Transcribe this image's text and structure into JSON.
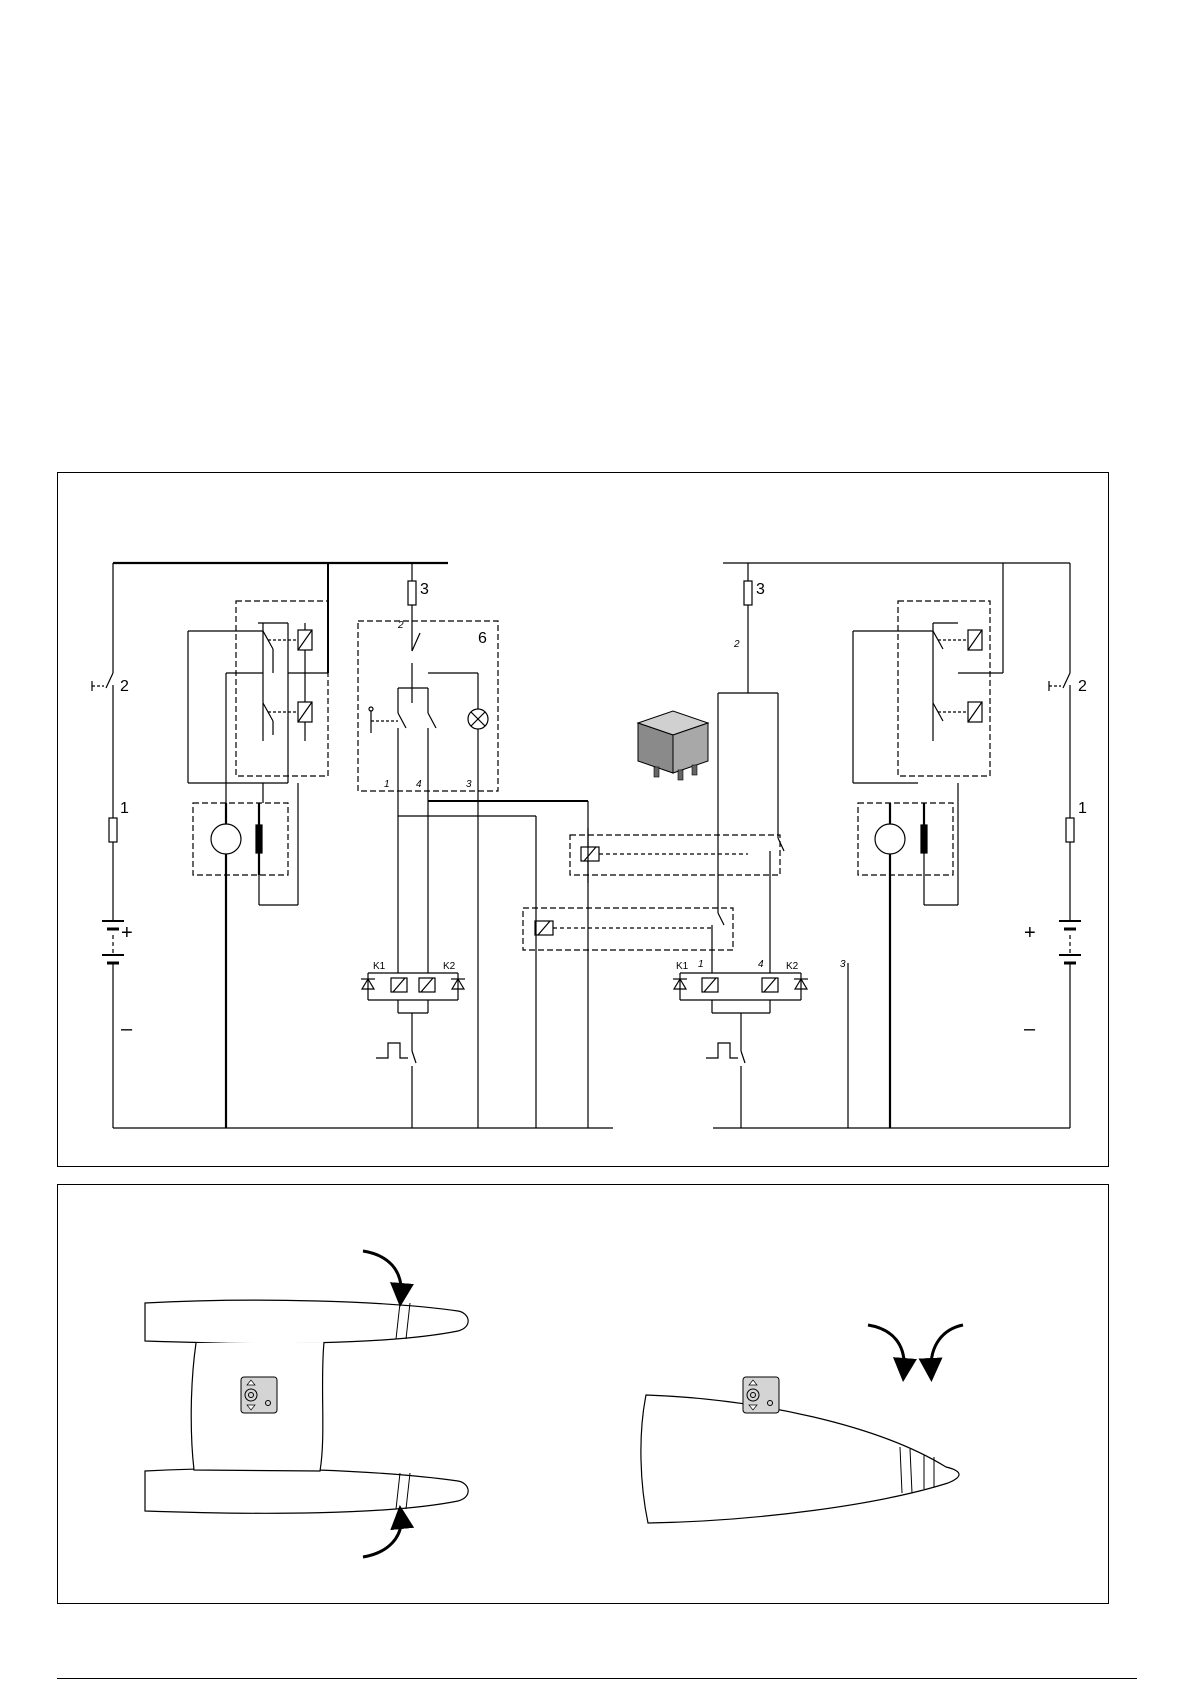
{
  "diagram": {
    "left_circuit": {
      "fuse_1_label": "1",
      "switch_2_label": "2",
      "fuse_3_label": "3",
      "control_box_label": "6",
      "terminal_2_label": "2",
      "terminal_1_label": "1",
      "terminal_4_label": "4",
      "terminal_3_label": "3",
      "relay_k1_label": "K1",
      "relay_k2_label": "K2",
      "battery_plus": "+",
      "battery_minus": "–"
    },
    "right_circuit": {
      "fuse_1_label": "1",
      "switch_2_label": "2",
      "fuse_3_label": "3",
      "terminal_2_label": "2",
      "terminal_1_label": "1",
      "terminal_4_label": "4",
      "terminal_3_label": "3",
      "relay_k1_label": "K1",
      "relay_k2_label": "K2",
      "battery_plus": "+",
      "battery_minus": "–"
    }
  },
  "icons": {
    "relay_image": "relay-module-icon",
    "motor": "motor-icon",
    "lamp": "lamp-icon",
    "control_panel": "joystick-panel-icon"
  },
  "colors": {
    "line": "#000000",
    "relay_fill": "#9a9a9a",
    "panel_fill": "#d4d4d4"
  }
}
